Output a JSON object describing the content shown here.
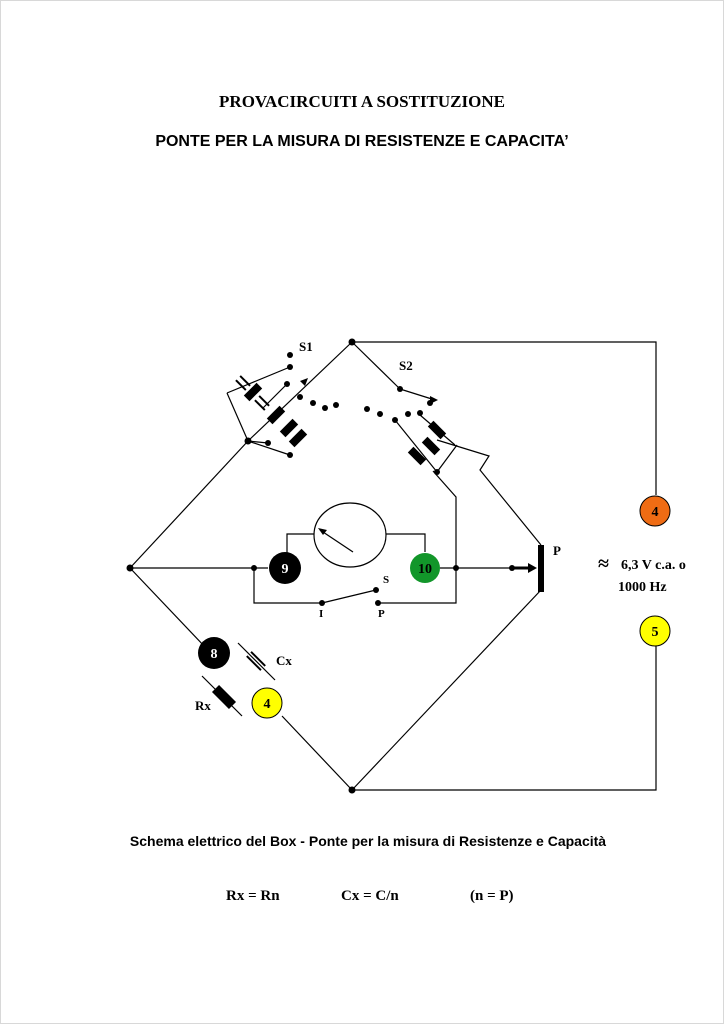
{
  "header": {
    "title": "PROVACIRCUITI A SOSTITUZIONE",
    "subtitle": "PONTE PER LA MISURA DI RESISTENZE E CAPACITA’"
  },
  "diagram": {
    "switch_s1": "S1",
    "switch_s2": "S2",
    "pot_label": "P",
    "selector_s": "S",
    "selector_i": "I",
    "selector_p": "P",
    "cx_label": "Cx",
    "rx_label": "Rx",
    "source_symbol": "≈",
    "source_line1": "6,3 V c.a. o",
    "source_line2": "1000 Hz",
    "terminals": {
      "t4_orange": "4",
      "t5_yellow": "5",
      "t9_black": "9",
      "t10_green": "10",
      "t8_black": "8",
      "t4_yellow": "4"
    },
    "colors": {
      "orange": "#ef6c14",
      "yellow": "#ffff00",
      "green": "#12962a",
      "black": "#000000"
    }
  },
  "footer": {
    "caption": "Schema elettrico del Box - Ponte per la misura di Resistenze e Capacità",
    "formula_rx": "Rx = Rn",
    "formula_cx": "Cx = C/n",
    "formula_n": "(n = P)"
  }
}
